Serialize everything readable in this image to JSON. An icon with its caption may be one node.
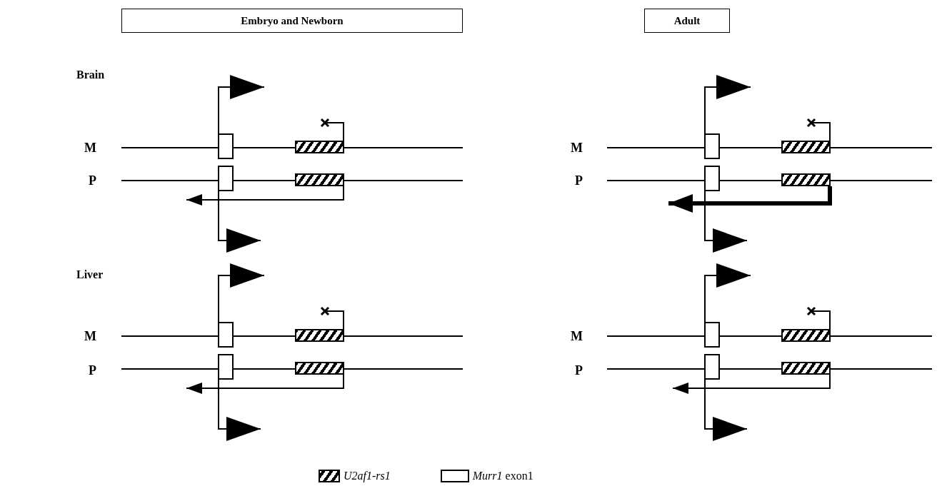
{
  "diagram": {
    "nodes": [
      {
        "text": [
          "Embryo and Newborn"
        ]
      },
      {
        "text": [
          "Adult"
        ]
      },
      {
        "text": [],
        "shape": "box"
      },
      {
        "text": [],
        "shape": "bar"
      },
      {
        "text": [],
        "shape": "box"
      },
      {
        "text": [],
        "shape": "bar"
      },
      {
        "text": [],
        "shape": "box"
      },
      {
        "text": [],
        "shape": "bar"
      },
      {
        "text": [],
        "shape": "box"
      },
      {
        "text": [],
        "shape": "bar"
      },
      {
        "text": [],
        "shape": "box"
      },
      {
        "text": [],
        "shape": "bar"
      },
      {
        "text": [],
        "shape": "box"
      },
      {
        "text": [],
        "shape": "bar"
      },
      {
        "text": [],
        "shape": "box"
      },
      {
        "text": [],
        "shape": "bar"
      },
      {
        "text": [],
        "shape": "box"
      },
      {
        "text": [],
        "shape": "bar"
      }
    ],
    "edges": [
      {
        "from": 2,
        "to": null,
        "arrow": "to"
      },
      {
        "from": 3,
        "to": null,
        "arrow": "other"
      },
      {
        "from": 5,
        "to": null,
        "arrow": "to"
      },
      {
        "from": 4,
        "to": null,
        "arrow": "to"
      },
      {
        "from": 6,
        "to": null,
        "arrow": "to"
      },
      {
        "from": 7,
        "to": null,
        "arrow": "other"
      },
      {
        "from": 9,
        "to": null,
        "arrow": "to",
        "style": "thick"
      },
      {
        "from": 8,
        "to": null,
        "arrow": "to"
      },
      {
        "from": 10,
        "to": null,
        "arrow": "to"
      },
      {
        "from": 11,
        "to": null,
        "arrow": "other"
      },
      {
        "from": 13,
        "to": null,
        "arrow": "to"
      },
      {
        "from": 12,
        "to": null,
        "arrow": "to"
      },
      {
        "from": 14,
        "to": null,
        "arrow": "to"
      },
      {
        "from": 15,
        "to": null,
        "arrow": "other"
      },
      {
        "from": 17,
        "to": null,
        "arrow": "to"
      },
      {
        "from": 16,
        "to": null,
        "arrow": "to"
      }
    ],
    "labels": [
      "Brain",
      "M",
      "P",
      "M",
      "P",
      "Liver",
      "M",
      "P",
      "M",
      "P"
    ],
    "legend": [
      {
        "text": "*U2af1-rs1*"
      },
      {
        "text": "*Murr1* exon1"
      }
    ]
  }
}
